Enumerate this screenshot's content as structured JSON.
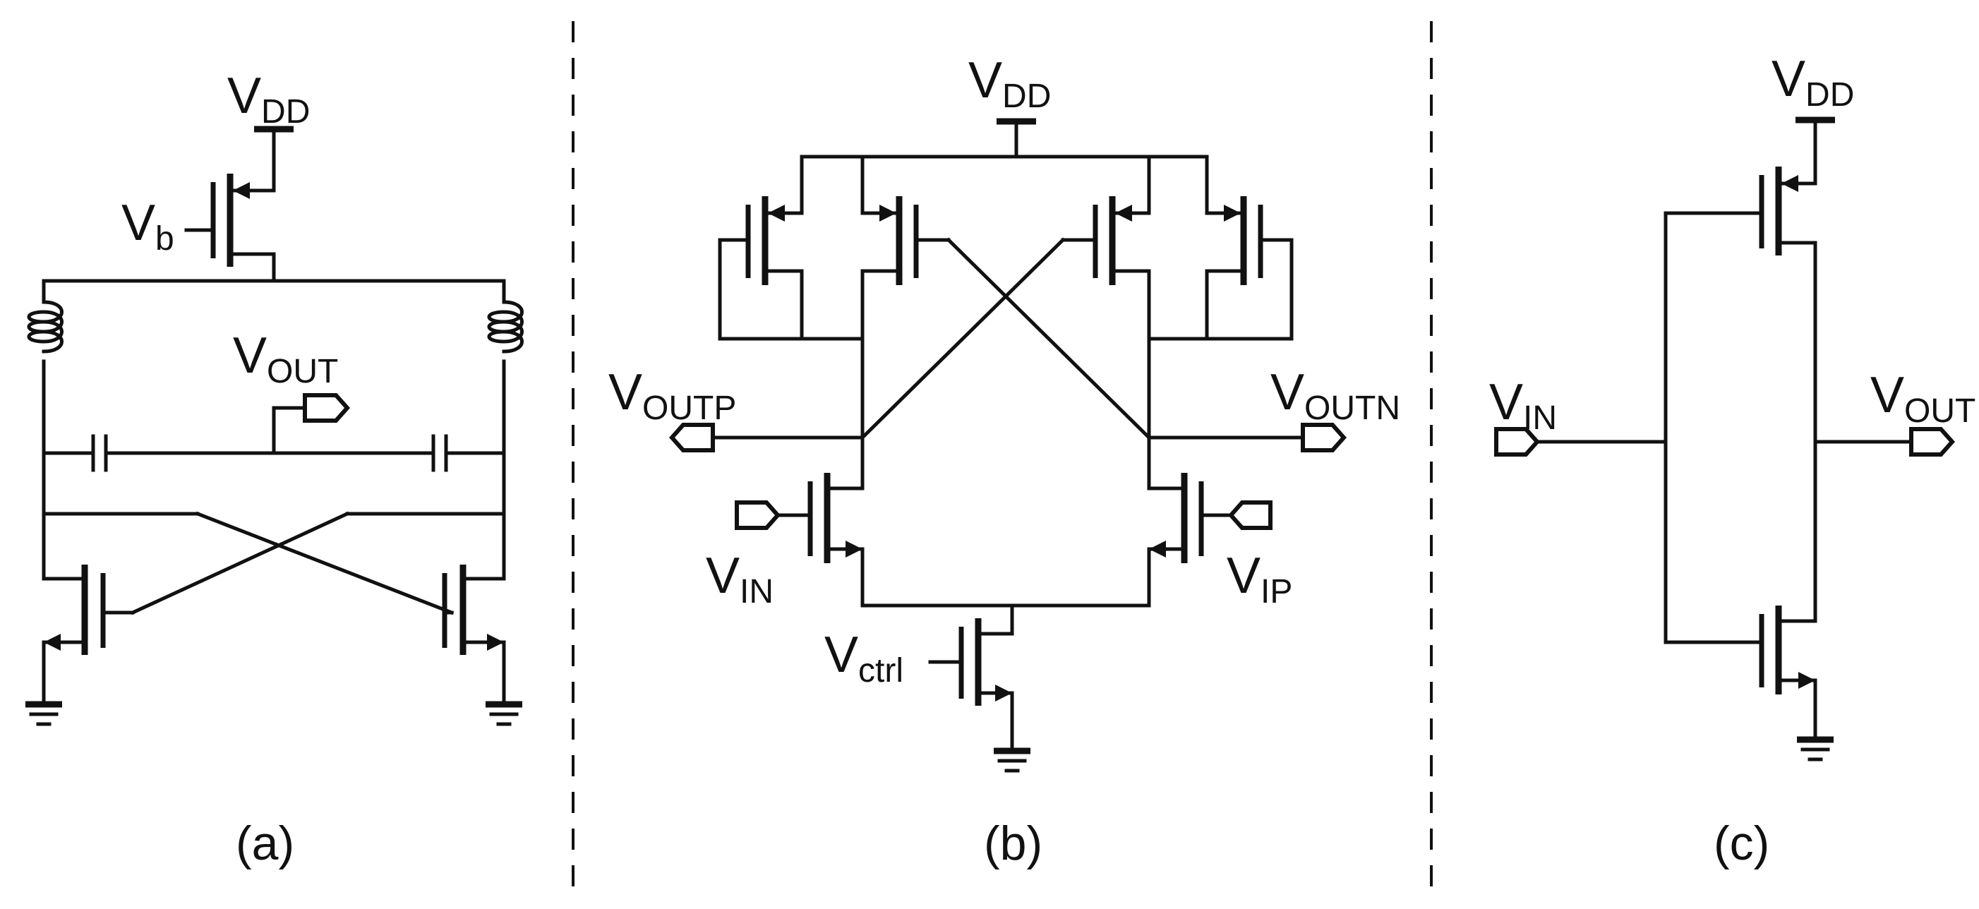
{
  "panels": {
    "a": {
      "caption": "(a)",
      "vdd": {
        "main": "V",
        "sub": "DD"
      },
      "vb": {
        "main": "V",
        "sub": "b"
      },
      "vout": {
        "main": "V",
        "sub": "OUT"
      }
    },
    "b": {
      "caption": "(b)",
      "vdd": {
        "main": "V",
        "sub": "DD"
      },
      "voutp": {
        "main": "V",
        "sub": "OUTP"
      },
      "voutn": {
        "main": "V",
        "sub": "OUTN"
      },
      "vin": {
        "main": "V",
        "sub": "IN"
      },
      "vip": {
        "main": "V",
        "sub": "IP"
      },
      "vctrl": {
        "main": "V",
        "sub": "ctrl"
      }
    },
    "c": {
      "caption": "(c)",
      "vdd": {
        "main": "V",
        "sub": "DD"
      },
      "vin": {
        "main": "V",
        "sub": "IN"
      },
      "vout": {
        "main": "V",
        "sub": "OUT"
      }
    }
  }
}
